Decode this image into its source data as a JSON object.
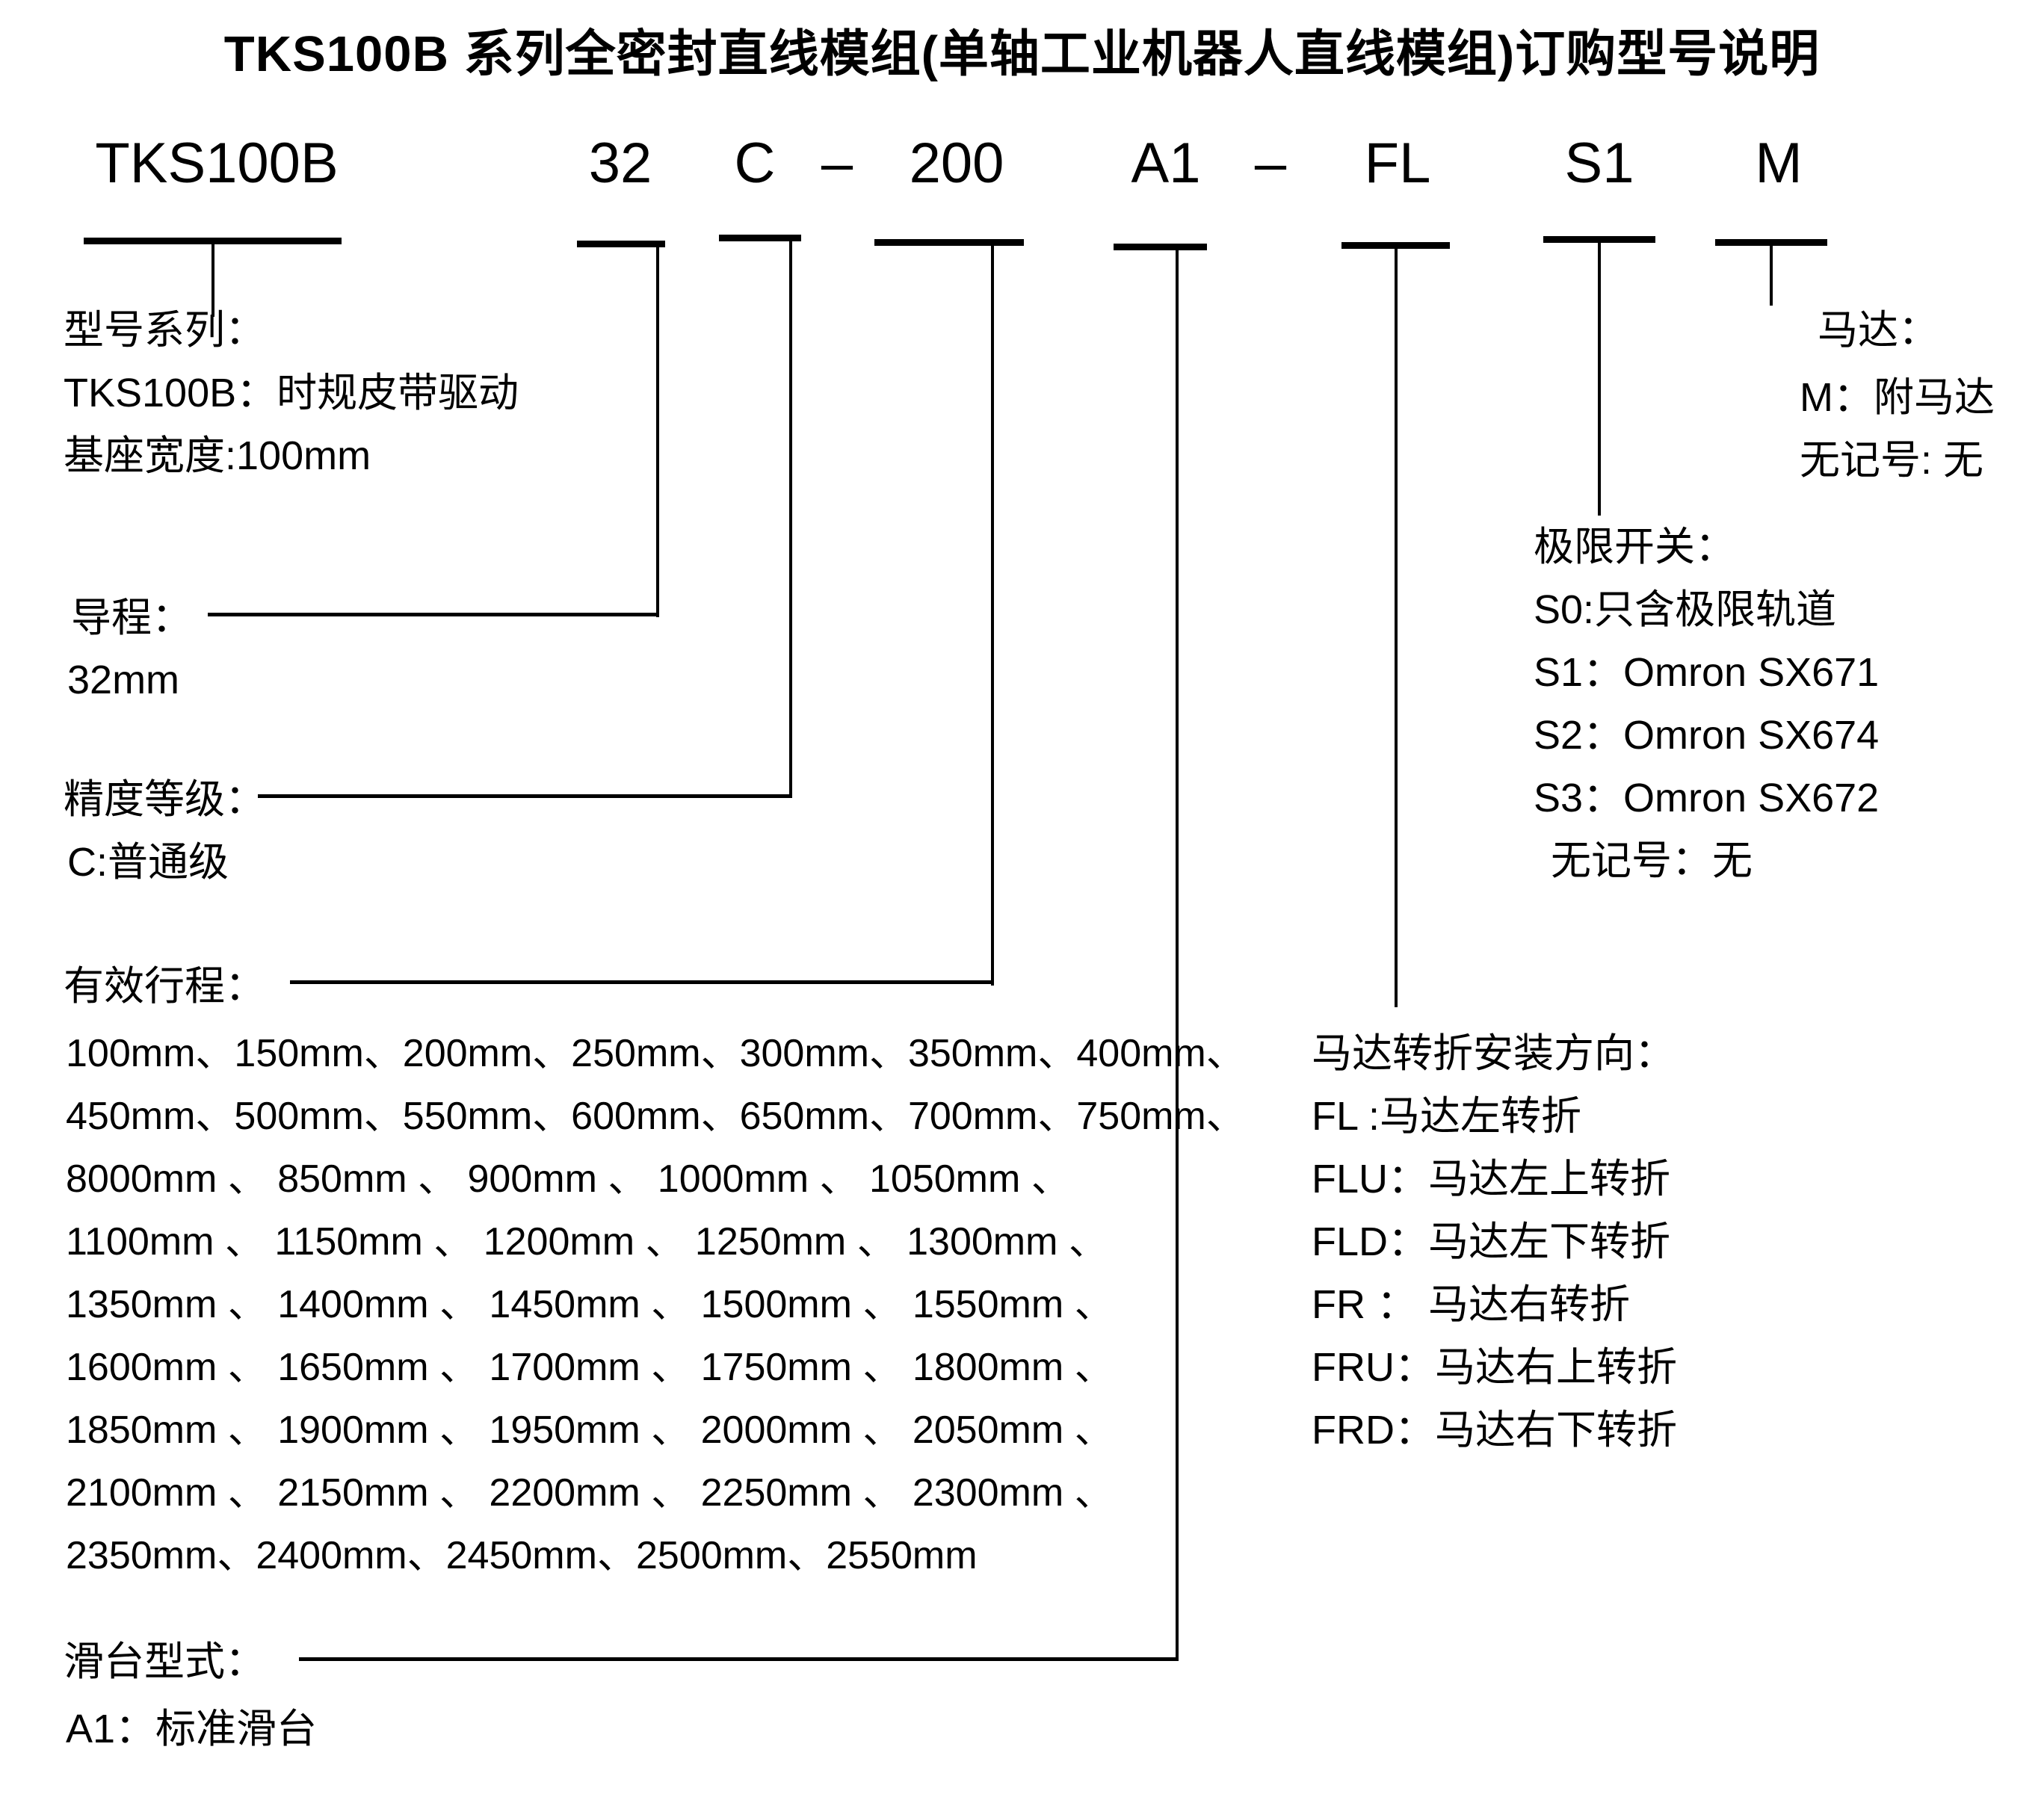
{
  "title": "TKS100B 系列全密封直线模组(单轴工业机器人直线模组)订购型号说明",
  "model_code": {
    "series": "TKS100B",
    "lead": "32",
    "accuracy": "C",
    "dash1": "–",
    "stroke": "200",
    "slider": "A1",
    "dash2": "–",
    "motor_direction": "FL",
    "limit_switch": "S1",
    "motor": "M"
  },
  "series_block": {
    "heading": "型号系列：",
    "line1": "TKS100B：时规皮带驱动",
    "line2": "基座宽度:100mm"
  },
  "lead_block": {
    "heading": "导程：",
    "value": "32mm"
  },
  "accuracy_block": {
    "heading": "精度等级：",
    "option1": "C:普通级"
  },
  "stroke_block": {
    "heading": "有效行程：",
    "rows": [
      "100mm、150mm、200mm、250mm、300mm、350mm、400mm、",
      "450mm、500mm、550mm、600mm、650mm、700mm、750mm、",
      "8000mm 、 850mm 、 900mm 、 1000mm 、 1050mm 、",
      "1100mm 、 1150mm 、 1200mm 、 1250mm 、 1300mm 、",
      "1350mm 、 1400mm 、 1450mm 、 1500mm 、 1550mm 、",
      "1600mm 、 1650mm 、 1700mm 、 1750mm 、 1800mm 、",
      "1850mm 、 1900mm 、 1950mm 、 2000mm 、 2050mm 、",
      "2100mm 、 2150mm 、 2200mm 、 2250mm 、 2300mm 、",
      "2350mm、2400mm、2450mm、2500mm、2550mm"
    ]
  },
  "slider_block": {
    "heading": "滑台型式：",
    "option1": "A1：标准滑台"
  },
  "motor_block": {
    "heading": "马达：",
    "option1": "M：附马达",
    "option2": "无记号: 无"
  },
  "limit_switch_block": {
    "heading": "极限开关：",
    "option1": "S0:只含极限轨道",
    "option2": "S1：Omron SX671",
    "option3": "S2：Omron SX674",
    "option4": "S3：Omron SX672",
    "option5": "无记号：无"
  },
  "motor_direction_block": {
    "heading": "马达转折安装方向：",
    "option1": "FL :马达左转折",
    "option2": "FLU：马达左上转折",
    "option3": "FLD：马达左下转折",
    "option4": "FR ： 马达右转折",
    "option5": "FRU：马达右上转折",
    "option6": "FRD：马达右下转折"
  },
  "colors": {
    "ink": "#000000",
    "paper": "#ffffff"
  }
}
